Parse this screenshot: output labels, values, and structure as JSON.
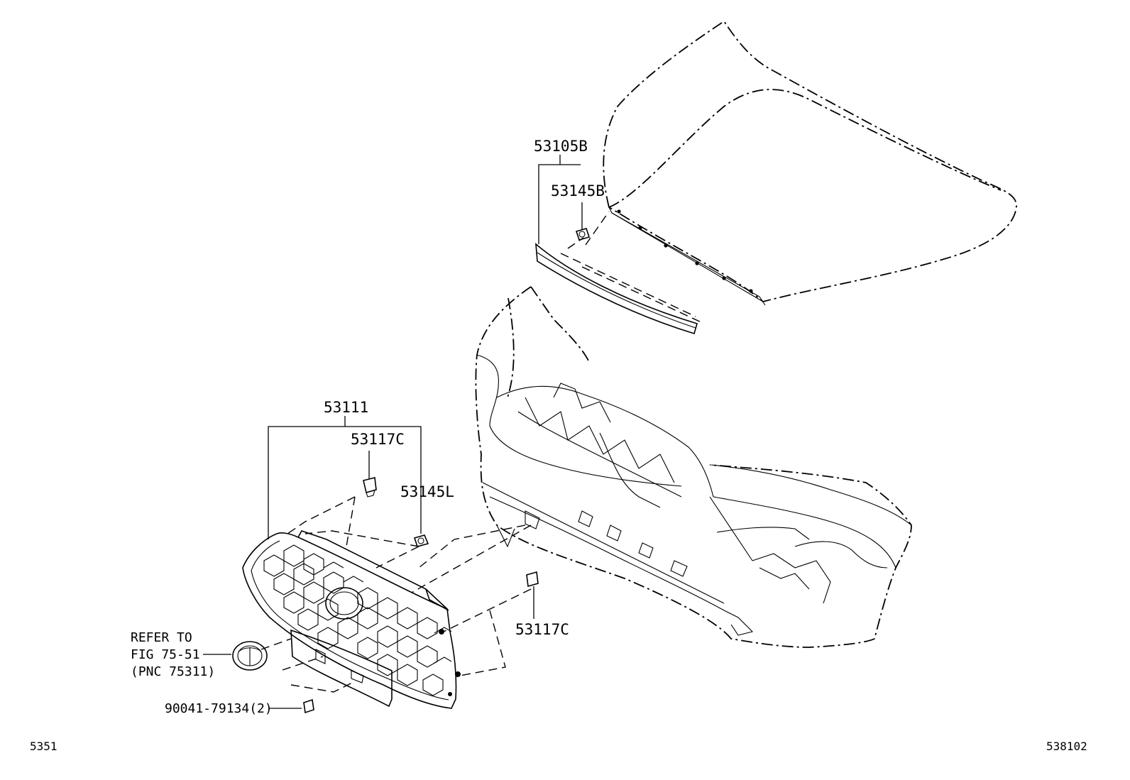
{
  "labels": {
    "p53105B": "53105B",
    "p53145B": "53145B",
    "p53111": "53111",
    "p53117C_top": "53117C",
    "p53145L": "53145L",
    "p53117C_right": "53117C",
    "p90041": "90041-79134(2)",
    "refer_line1": "REFER TO",
    "refer_line2": "FIG 75-51",
    "refer_line3": "(PNC 75311)"
  },
  "corners": {
    "left": "5351",
    "right": "538102"
  }
}
